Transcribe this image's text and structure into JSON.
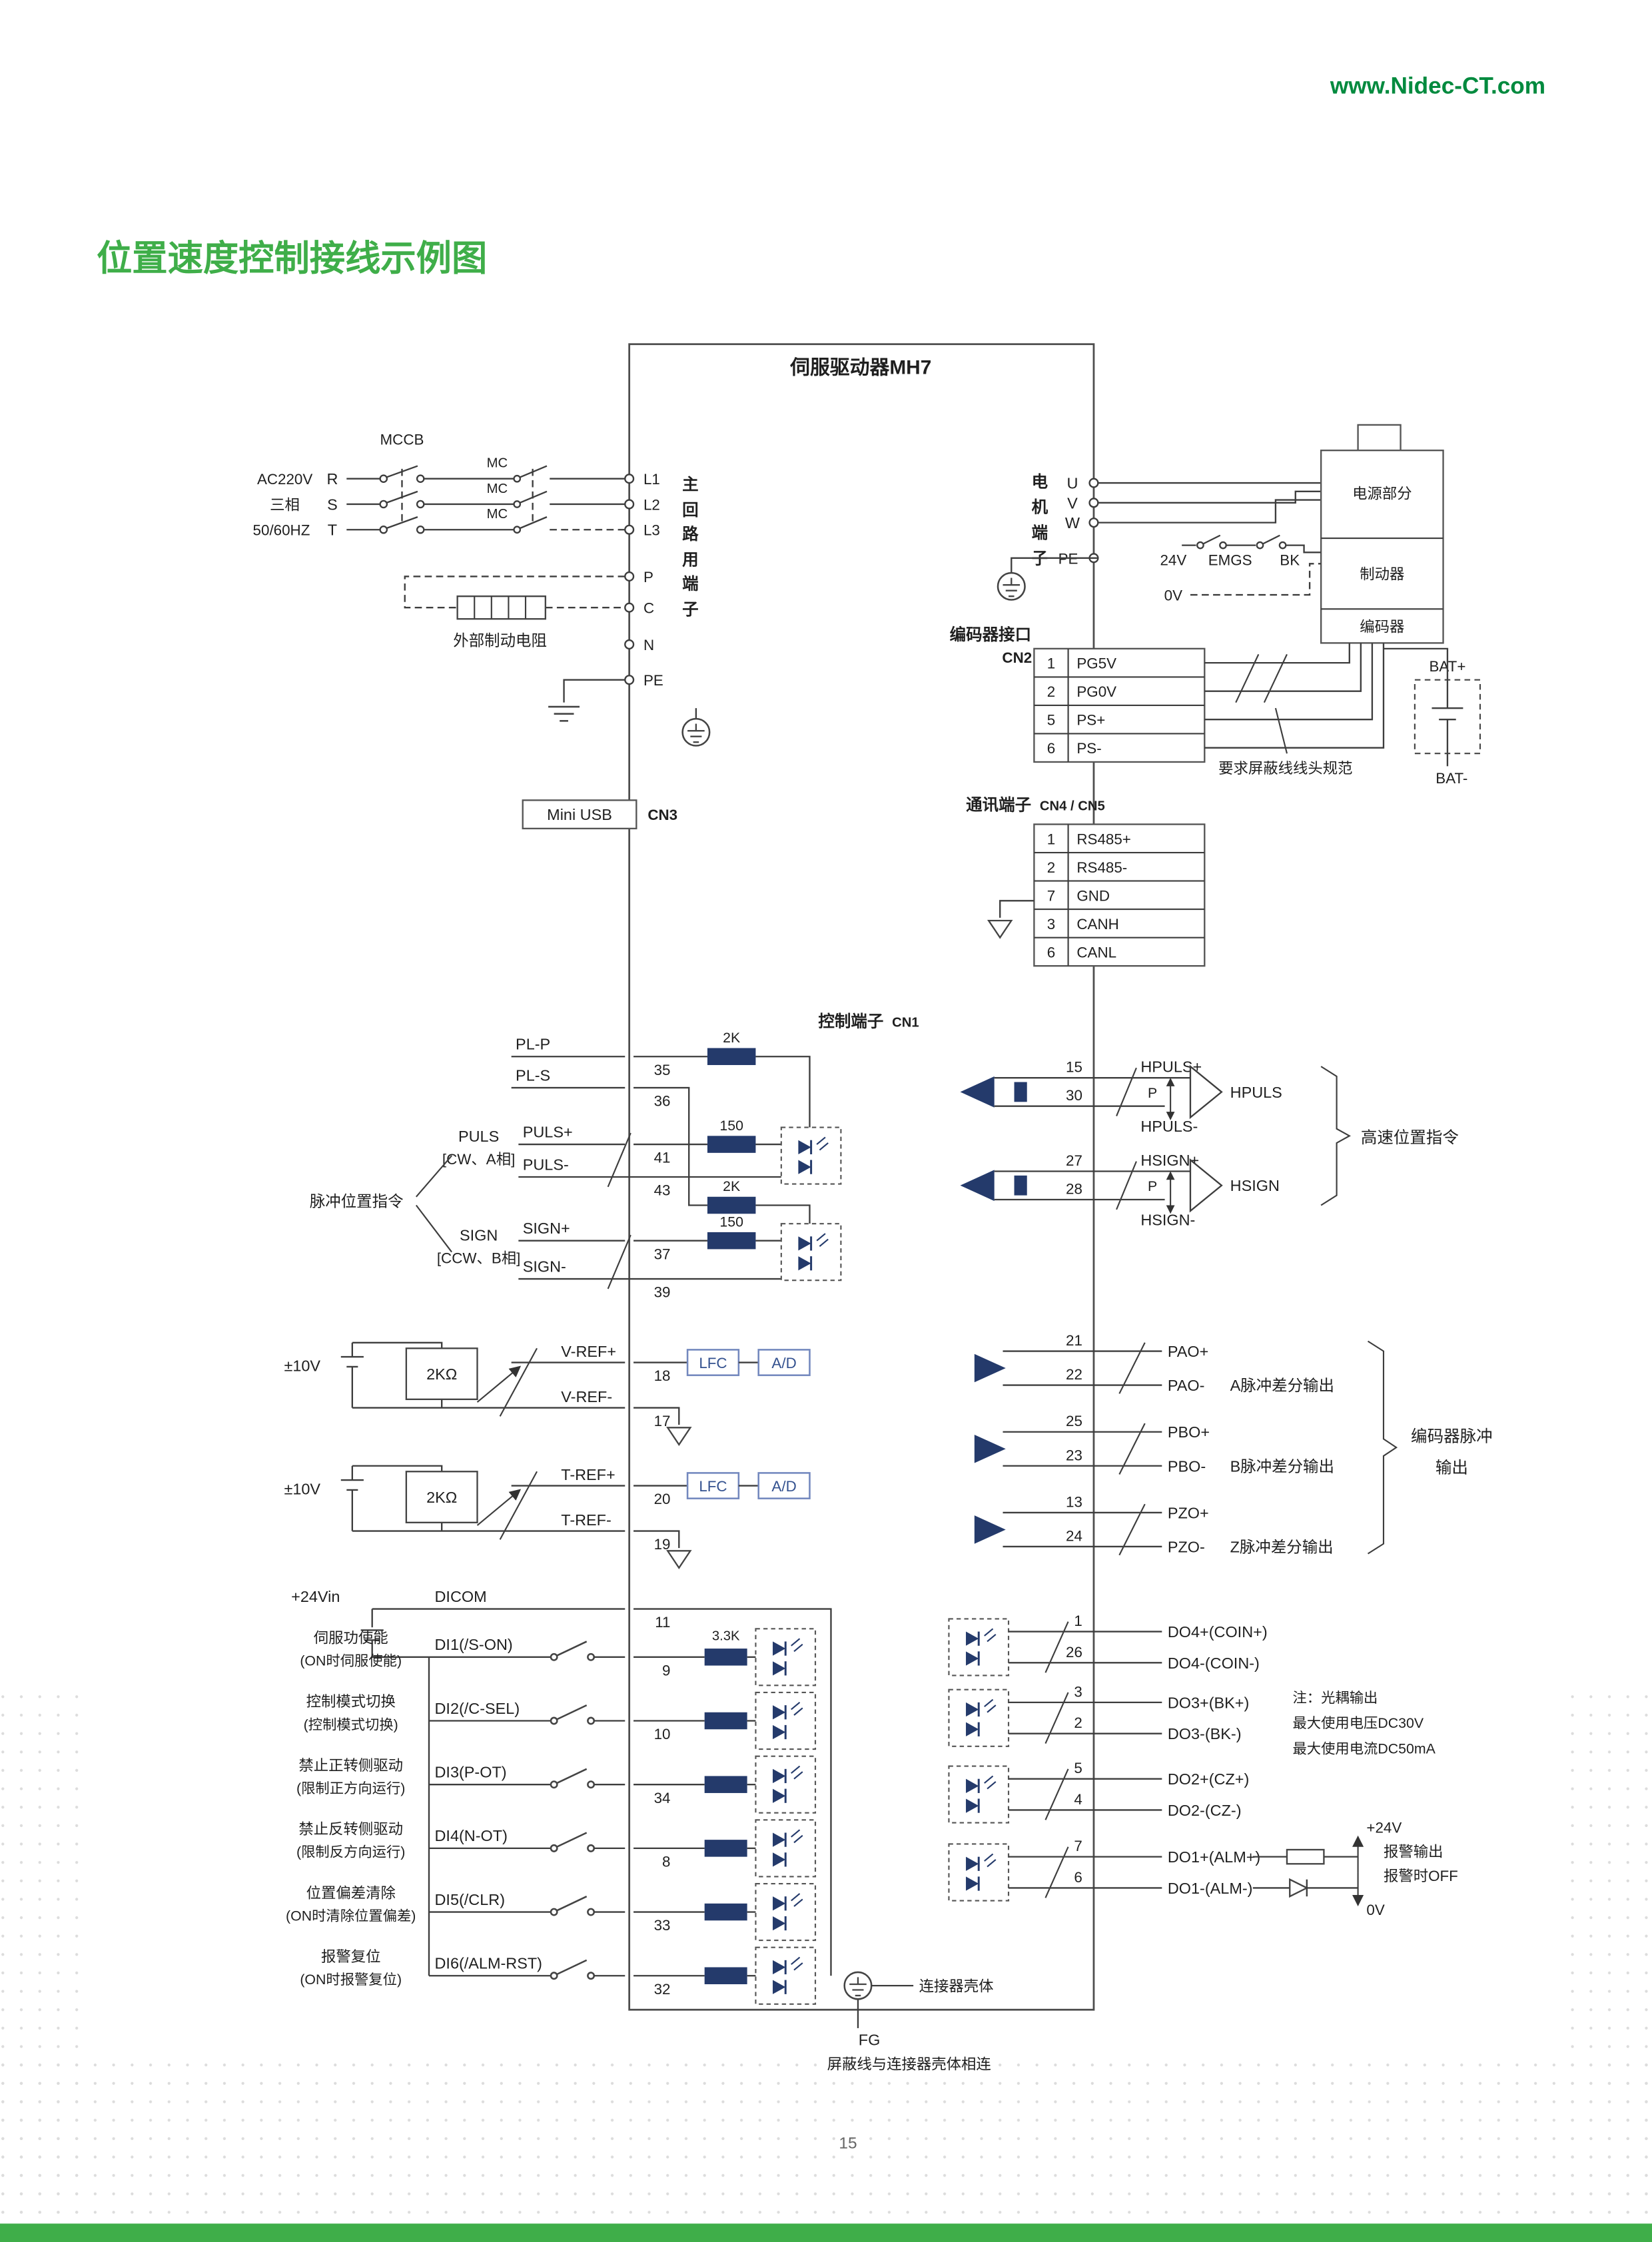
{
  "page": {
    "site": "www.Nidec-CT.com",
    "title": "位置速度控制接线示例图",
    "page_number": "15"
  },
  "driver": {
    "title": "伺服驱动器MH7"
  },
  "power_input": {
    "mccb": "MCCB",
    "source": [
      "AC220V",
      "三相",
      "50/60HZ"
    ],
    "phases": [
      "R",
      "S",
      "T"
    ],
    "mc": "MC",
    "line_terminals": [
      "L1",
      "L2",
      "L3"
    ],
    "main_terminal_chars": [
      "主",
      "回",
      "路",
      "用",
      "端",
      "子"
    ],
    "dc_terminals": [
      "P",
      "C",
      "N",
      "PE"
    ],
    "braking_resistor": "外部制动电阻"
  },
  "usb": {
    "label": "Mini USB",
    "cn": "CN3"
  },
  "motor": {
    "terminal_chars": [
      "电",
      "机",
      "端",
      "子"
    ],
    "phases": [
      "U",
      "V",
      "W",
      "PE"
    ],
    "sections": [
      "电源部分",
      "制动器",
      "编码器"
    ],
    "v24": "24V",
    "emgs": "EMGS",
    "bk": "BK",
    "zero_v": "0V",
    "bat_plus": "BAT+",
    "bat_minus": "BAT-"
  },
  "encoder_if": {
    "title": "编码器接口",
    "cn": "CN2",
    "pins": [
      {
        "no": "1",
        "name": "PG5V"
      },
      {
        "no": "2",
        "name": "PG0V"
      },
      {
        "no": "5",
        "name": "PS+"
      },
      {
        "no": "6",
        "name": "PS-"
      }
    ],
    "shield_note": "要求屏蔽线线头规范"
  },
  "comm": {
    "title": "通讯端子",
    "cn": "CN4 / CN5",
    "pins": [
      {
        "no": "1",
        "name": "RS485+"
      },
      {
        "no": "2",
        "name": "RS485-"
      },
      {
        "no": "7",
        "name": "GND"
      },
      {
        "no": "3",
        "name": "CANH"
      },
      {
        "no": "6",
        "name": "CANL"
      }
    ]
  },
  "cn1": {
    "title": "控制端子",
    "cn": "CN1"
  },
  "pulse_in": {
    "group_label": "脉冲位置指令",
    "pl_p": {
      "name": "PL-P",
      "pin": "35"
    },
    "pl_s": {
      "name": "PL-S",
      "pin": "36"
    },
    "r2k_top": "2K",
    "r150_top": "150",
    "r2k_mid": "2K",
    "r150_mid": "150",
    "puls_title": "PULS",
    "puls_sub": "[CW、A相]",
    "puls_plus": {
      "name": "PULS+",
      "pin": "41"
    },
    "puls_minus": {
      "name": "PULS-",
      "pin": "43"
    },
    "sign_title": "SIGN",
    "sign_sub": "[CCW、B相]",
    "sign_plus": {
      "name": "SIGN+",
      "pin": "37"
    },
    "sign_minus": {
      "name": "SIGN-",
      "pin": "39"
    }
  },
  "analog_in": {
    "v": {
      "src": "±10V",
      "pot": "2KΩ",
      "plus": "V-REF+",
      "pin_plus": "18",
      "minus": "V-REF-",
      "pin_minus": "17",
      "lfc": "LFC",
      "ad": "A/D"
    },
    "t": {
      "src": "±10V",
      "pot": "2KΩ",
      "plus": "T-REF+",
      "pin_plus": "20",
      "minus": "T-REF-",
      "pin_minus": "19",
      "lfc": "LFC",
      "ad": "A/D"
    }
  },
  "digital_in": {
    "supply": "+24Vin",
    "dicom": {
      "name": "DICOM",
      "pin": "11"
    },
    "r33k": "3.3K",
    "rows": [
      {
        "desc1": "伺服功使能",
        "desc2": "(ON时伺服使能)",
        "name": "DI1(/S-ON)",
        "pin": "9"
      },
      {
        "desc1": "控制模式切换",
        "desc2": "(控制模式切换)",
        "name": "DI2(/C-SEL)",
        "pin": "10"
      },
      {
        "desc1": "禁止正转侧驱动",
        "desc2": "(限制正方向运行)",
        "name": "DI3(P-OT)",
        "pin": "34"
      },
      {
        "desc1": "禁止反转侧驱动",
        "desc2": "(限制反方向运行)",
        "name": "DI4(N-OT)",
        "pin": "8"
      },
      {
        "desc1": "位置偏差清除",
        "desc2": "(ON时清除位置偏差)",
        "name": "DI5(/CLR)",
        "pin": "33"
      },
      {
        "desc1": "报警复位",
        "desc2": "(ON时报警复位)",
        "name": "DI6(/ALM-RST)",
        "pin": "32"
      }
    ]
  },
  "hs_pulse": {
    "group_label": "高速位置指令",
    "hpuls": {
      "pin_plus": "15",
      "pin_minus": "30",
      "plus": "HPULS+",
      "minus": "HPULS-",
      "p": "P",
      "amp": "HPULS"
    },
    "hsign": {
      "pin_plus": "27",
      "pin_minus": "28",
      "plus": "HSIGN+",
      "minus": "HSIGN-",
      "p": "P",
      "amp": "HSIGN"
    }
  },
  "enc_out": {
    "group_label1": "编码器脉冲",
    "group_label2": "输出",
    "rows": [
      {
        "pin_plus": "21",
        "plus": "PAO+",
        "pin_minus": "22",
        "minus": "PAO-",
        "desc": "A脉冲差分输出"
      },
      {
        "pin_plus": "25",
        "plus": "PBO+",
        "pin_minus": "23",
        "minus": "PBO-",
        "desc": "B脉冲差分输出"
      },
      {
        "pin_plus": "13",
        "plus": "PZO+",
        "pin_minus": "24",
        "minus": "PZO-",
        "desc": "Z脉冲差分输出"
      }
    ]
  },
  "digital_out": {
    "rows": [
      {
        "pin_plus": "1",
        "plus": "DO4+(COIN+)",
        "pin_minus": "26",
        "minus": "DO4-(COIN-)"
      },
      {
        "pin_plus": "3",
        "plus": "DO3+(BK+)",
        "pin_minus": "2",
        "minus": "DO3-(BK-)"
      },
      {
        "pin_plus": "5",
        "plus": "DO2+(CZ+)",
        "pin_minus": "4",
        "minus": "DO2-(CZ-)"
      },
      {
        "pin_plus": "7",
        "plus": "DO1+(ALM+)",
        "pin_minus": "6",
        "minus": "DO1-(ALM-)"
      }
    ],
    "note1": "注：光耦输出",
    "note2": "最大使用电压DC30V",
    "note3": "最大使用电流DC50mA",
    "alarm": {
      "v24": "+24V",
      "out": "报警输出",
      "off": "报警时OFF",
      "zero": "0V"
    }
  },
  "bottom": {
    "shell": "连接器壳体",
    "fg": "FG",
    "note": "屏蔽线与连接器壳体相连"
  },
  "colors": {
    "green": "#3fae49",
    "site_green": "#008a3e",
    "navy": "#243a6b"
  }
}
